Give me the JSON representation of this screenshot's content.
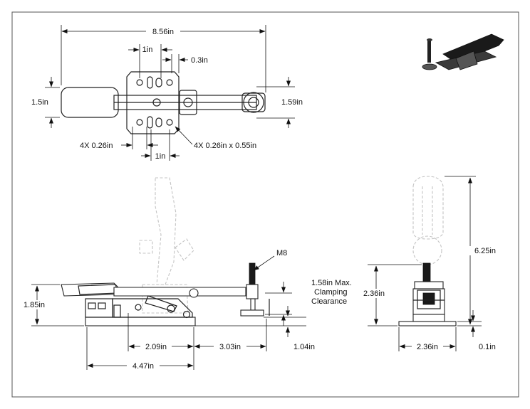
{
  "drawing": {
    "top_view": {
      "overall_length": "8.56in",
      "hole_pitch_top": "1in",
      "offset_right": "0.3in",
      "width_left": "1.5in",
      "width_right": "1.59in",
      "hole_dia_note": "4X 0.26in",
      "slot_note": "4X 0.26in x 0.55in",
      "hole_pitch_bottom": "1in"
    },
    "side_view": {
      "height": "1.85in",
      "thread_label": "M8",
      "clamp_note_line1": "1.58in Max.",
      "clamp_note_line2": "Clamping",
      "clamp_note_line3": "Clearance",
      "dim_a": "2.09in",
      "dim_b": "3.03in",
      "dim_c": "4.47in",
      "dim_d": "1.04in"
    },
    "end_view": {
      "height_total": "6.25in",
      "height_closed": "2.36in",
      "base_width": "2.36in",
      "base_thickness": "0.1in"
    }
  }
}
